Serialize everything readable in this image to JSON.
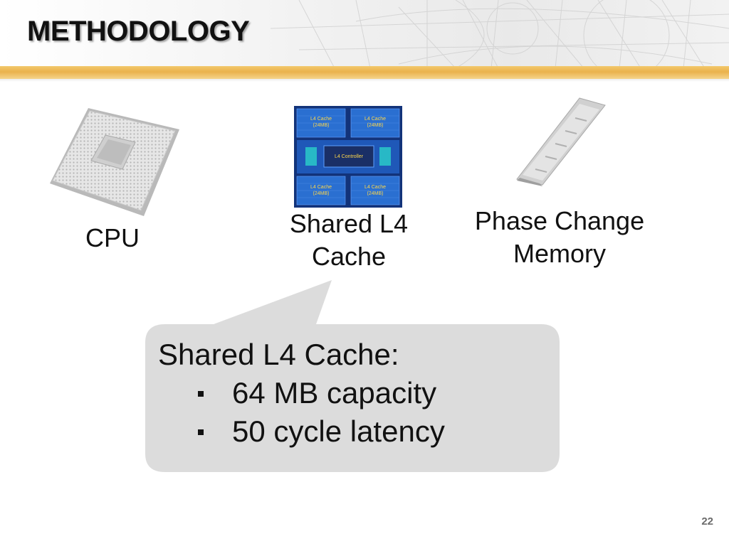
{
  "slide": {
    "title": "METHODOLOGY",
    "page_number": "22"
  },
  "components": [
    {
      "name": "cpu",
      "label": "CPU",
      "icon": "cpu-chip-icon"
    },
    {
      "name": "l4-cache",
      "label_line1": "Shared L4",
      "label_line2": "Cache",
      "icon": "l4-cache-die-icon",
      "die_labels": {
        "quadrant": [
          "L4 Cache",
          "(24MB)"
        ],
        "controller": "L4 Controller"
      }
    },
    {
      "name": "pcm",
      "label_line1": "Phase Change",
      "label_line2": "Memory",
      "icon": "memory-module-icon"
    }
  ],
  "callout": {
    "heading": "Shared L4 Cache:",
    "bullets": [
      "64 MB capacity",
      "50 cycle latency"
    ]
  },
  "colors": {
    "accent_gold": "#EAB24C",
    "callout_fill": "#DCDCDC",
    "die_blue": "#1E5FC0"
  }
}
